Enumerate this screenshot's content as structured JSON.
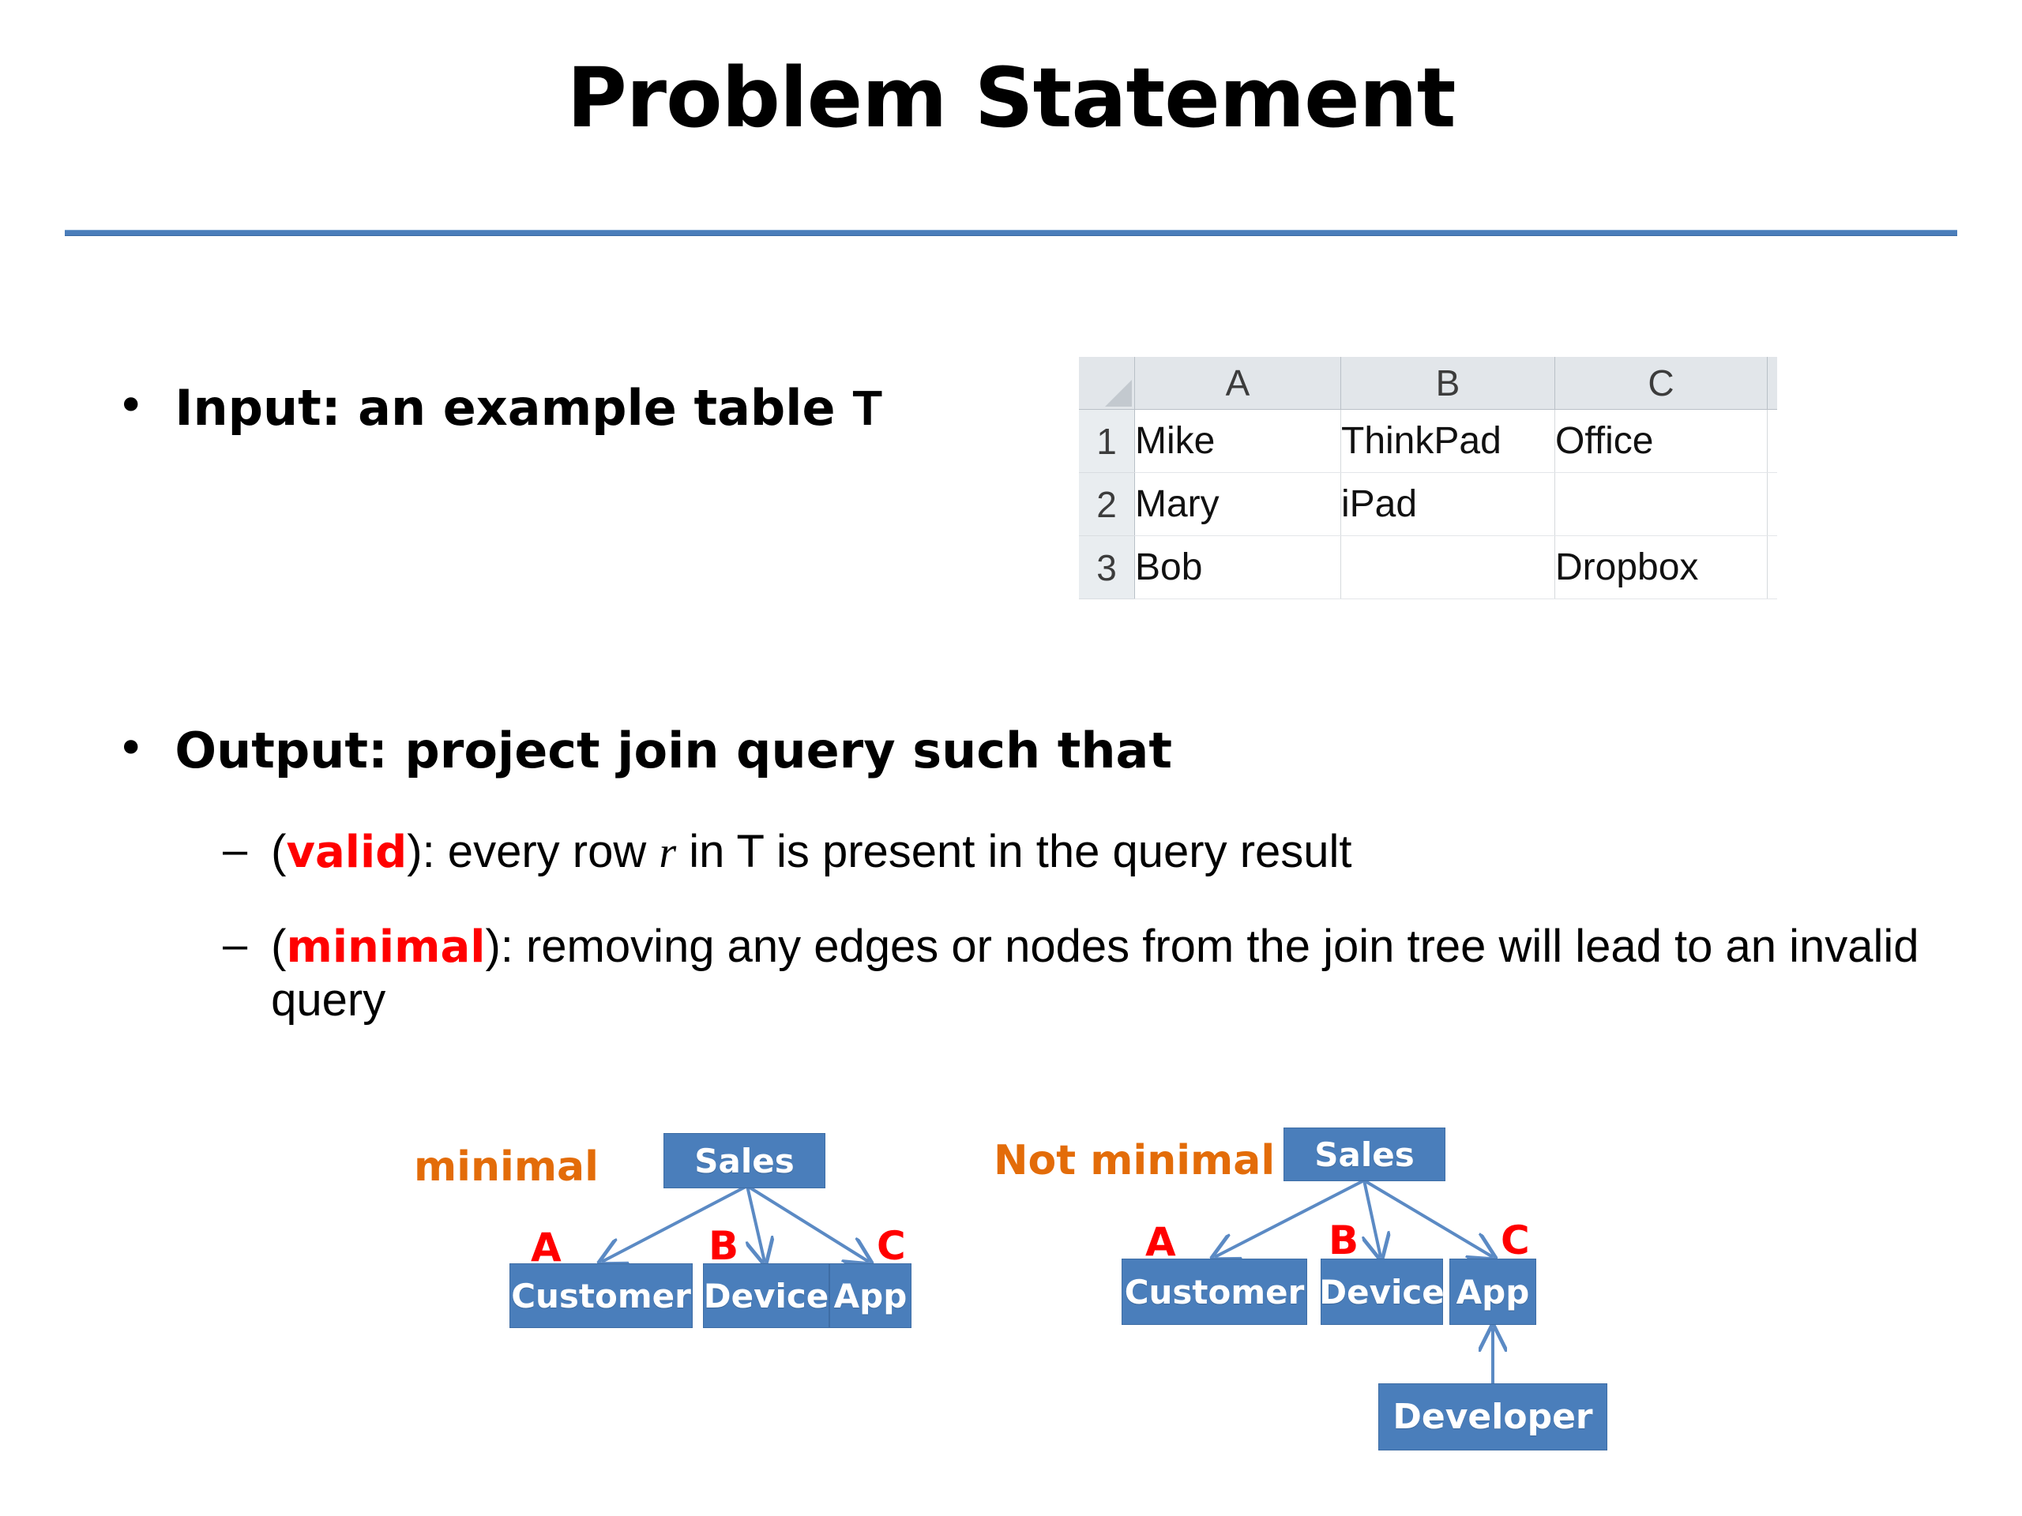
{
  "slide": {
    "title": "Problem Statement",
    "accent_rule_color": "#4a7dba"
  },
  "bullets": {
    "input": {
      "marker": "•",
      "lead": "Input: an example table ",
      "table_symbol": "T"
    },
    "output": {
      "marker": "•",
      "text": "Output: project join query such that"
    },
    "sub_items": [
      {
        "marker": "–",
        "open_paren": "(",
        "keyword": "valid",
        "keyword_color": "#FF0000",
        "after_keyword": "): every row ",
        "variable": "r",
        "tail": " in T is present in the query result"
      },
      {
        "marker": "–",
        "open_paren": "(",
        "keyword": "minimal",
        "keyword_color": "#FF0000",
        "after_keyword": "): removing any edges or nodes from the join tree will lead to an invalid query"
      }
    ]
  },
  "spreadsheet": {
    "corner_icon": "select-all-triangle",
    "column_headers": [
      "A",
      "B",
      "C"
    ],
    "row_headers": [
      "1",
      "2",
      "3"
    ],
    "rows": [
      [
        "Mike",
        "ThinkPad",
        "Office"
      ],
      [
        "Mary",
        "iPad",
        ""
      ],
      [
        "Bob",
        "",
        "Dropbox"
      ]
    ]
  },
  "diagrams": [
    {
      "caption": "minimal",
      "caption_color": "#E36C09",
      "root": "Sales",
      "children": [
        "Customer",
        "Device",
        "App"
      ],
      "edge_labels": [
        "A",
        "B",
        "C"
      ],
      "edge_label_color": "#FF0000",
      "node_color": "#4a7ebb",
      "extra_node": null
    },
    {
      "caption": "Not minimal",
      "caption_color": "#E36C09",
      "root": "Sales",
      "children": [
        "Customer",
        "Device",
        "App"
      ],
      "edge_labels": [
        "A",
        "B",
        "C"
      ],
      "edge_label_color": "#FF0000",
      "node_color": "#4a7ebb",
      "extra_node": "Developer"
    }
  ]
}
